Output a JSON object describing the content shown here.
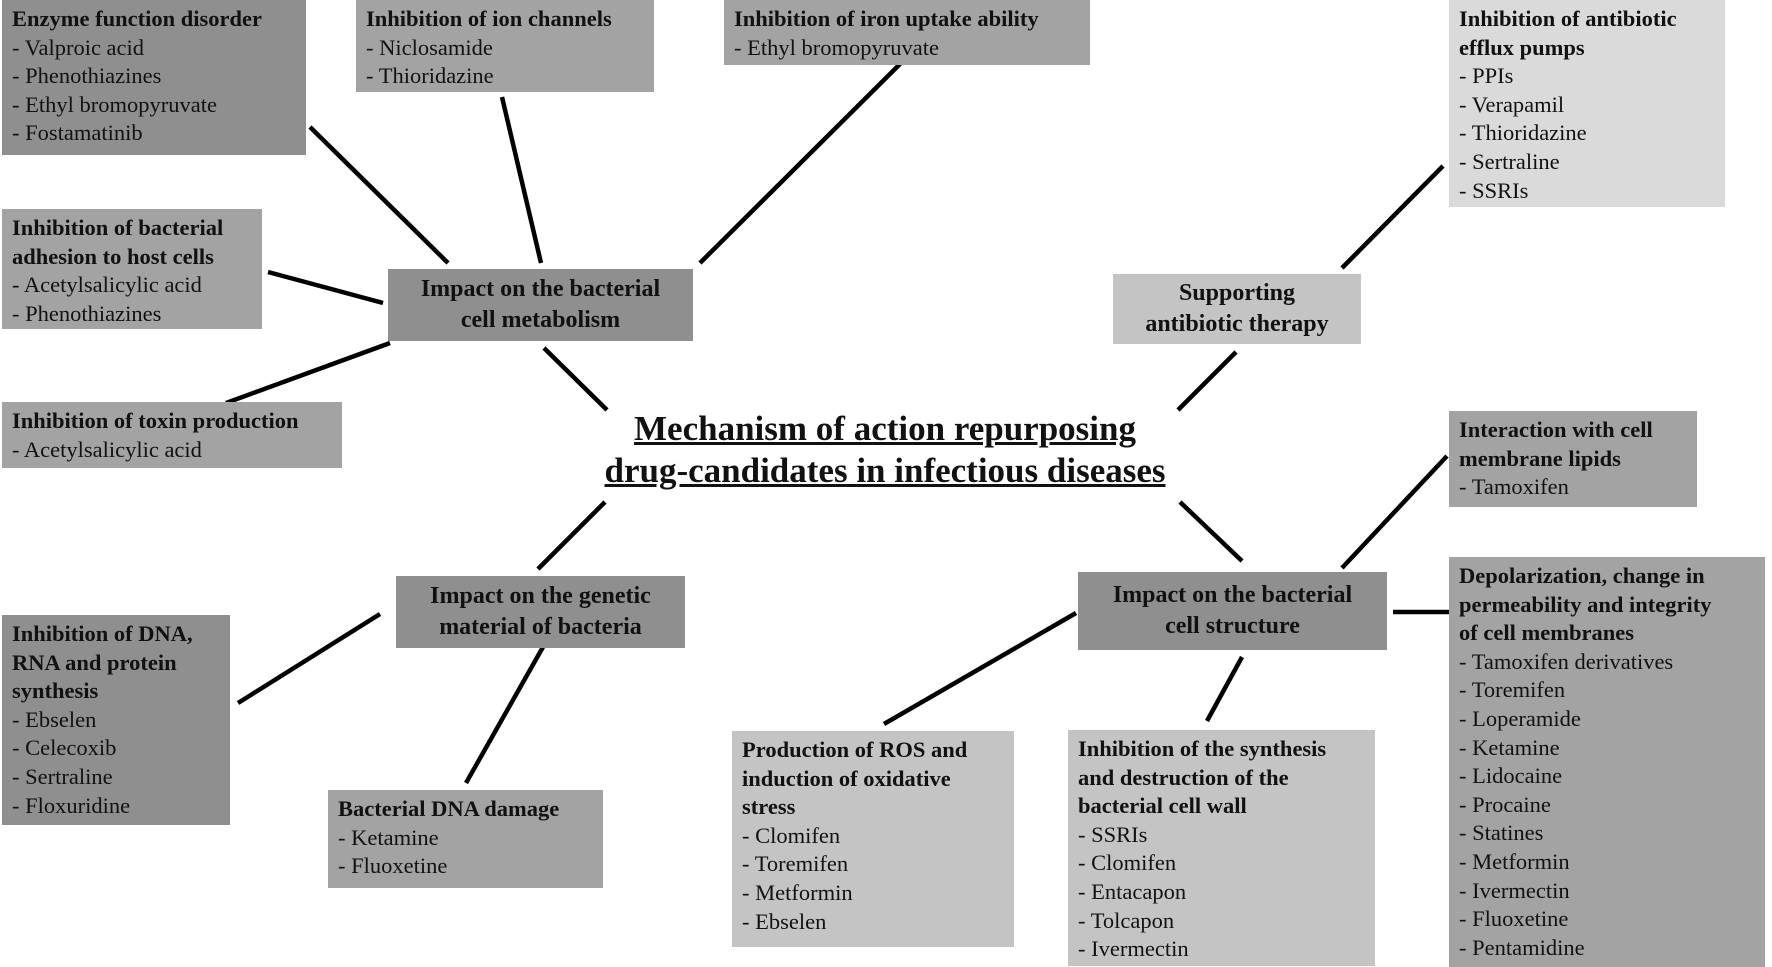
{
  "center": {
    "line1": "Mechanism of action repurposing",
    "line2": "drug-candidates in infectious diseases"
  },
  "hubs": {
    "metabolism": {
      "line1": "Impact on the bacterial",
      "line2": "cell metabolism"
    },
    "antibiotic": {
      "line1": "Supporting",
      "line2": "antibiotic therapy"
    },
    "genetic": {
      "line1": "Impact on the genetic",
      "line2": "material of bacteria"
    },
    "structure": {
      "line1": "Impact on the bacterial",
      "line2": "cell structure"
    }
  },
  "boxes": {
    "enzyme": {
      "title": [
        "Enzyme function disorder"
      ],
      "items": [
        "- Valproic acid",
        "- Phenothiazines",
        "- Ethyl bromopyruvate",
        "- Fostamatinib"
      ]
    },
    "ion": {
      "title": [
        "Inhibition of ion channels"
      ],
      "items": [
        "- Niclosamide",
        "- Thioridazine"
      ]
    },
    "iron": {
      "title": [
        "Inhibition of iron uptake ability"
      ],
      "items": [
        "- Ethyl bromopyruvate"
      ]
    },
    "adhesion": {
      "title": [
        "Inhibition of bacterial",
        "adhesion to host cells"
      ],
      "items": [
        "- Acetylsalicylic acid",
        "- Phenothiazines"
      ]
    },
    "toxin": {
      "title": [
        "Inhibition of toxin production"
      ],
      "items": [
        "- Acetylsalicylic acid"
      ]
    },
    "efflux": {
      "title": [
        "Inhibition of antibiotic",
        "efflux pumps"
      ],
      "items": [
        "- PPIs",
        "- Verapamil",
        "- Thioridazine",
        "- Sertraline",
        "- SSRIs"
      ]
    },
    "lipids": {
      "title": [
        "Interaction with cell",
        "membrane lipids"
      ],
      "items": [
        "- Tamoxifen"
      ]
    },
    "depolarization": {
      "title": [
        "Depolarization, change in",
        "permeability and integrity",
        "of cell membranes"
      ],
      "items": [
        "- Tamoxifen derivatives",
        "- Toremifen",
        "- Loperamide",
        "- Ketamine",
        "- Lidocaine",
        "- Procaine",
        "- Statines",
        "- Metformin",
        "- Ivermectin",
        "- Fluoxetine",
        "- Pentamidine"
      ]
    },
    "synthesis": {
      "title": [
        "Inhibition of DNA,",
        "RNA and protein",
        "synthesis"
      ],
      "items": [
        "- Ebselen",
        "- Celecoxib",
        "- Sertraline",
        "- Floxuridine"
      ]
    },
    "dna": {
      "title": [
        "Bacterial DNA damage"
      ],
      "items": [
        "- Ketamine",
        "- Fluoxetine"
      ]
    },
    "ros": {
      "title": [
        "Production of ROS and",
        "induction of oxidative",
        "stress"
      ],
      "items": [
        "- Clomifen",
        "- Toremifen",
        "- Metformin",
        "- Ebselen"
      ]
    },
    "cellwall": {
      "title": [
        "Inhibition of the synthesis",
        "and destruction of the",
        "bacterial cell wall"
      ],
      "items": [
        "- SSRIs",
        "- Clomifen",
        "- Entacapon",
        "- Tolcapon",
        "- Ivermectin"
      ]
    }
  }
}
